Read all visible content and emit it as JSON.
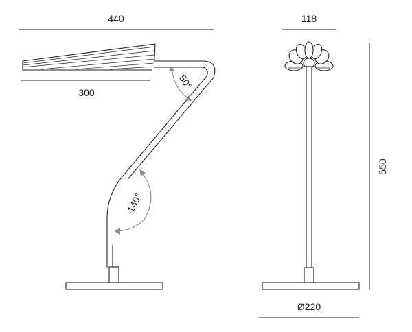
{
  "side_view": {
    "overall_width_label": "440",
    "shade_width_label": "300",
    "upper_angle_label": "50°",
    "lower_angle_label": "140°"
  },
  "front_view": {
    "shade_width_label": "118",
    "height_label": "550",
    "base_diameter_label": "Ø220"
  },
  "colors": {
    "line": "#222222",
    "angle_marker": "#888888",
    "background": "#ffffff"
  }
}
